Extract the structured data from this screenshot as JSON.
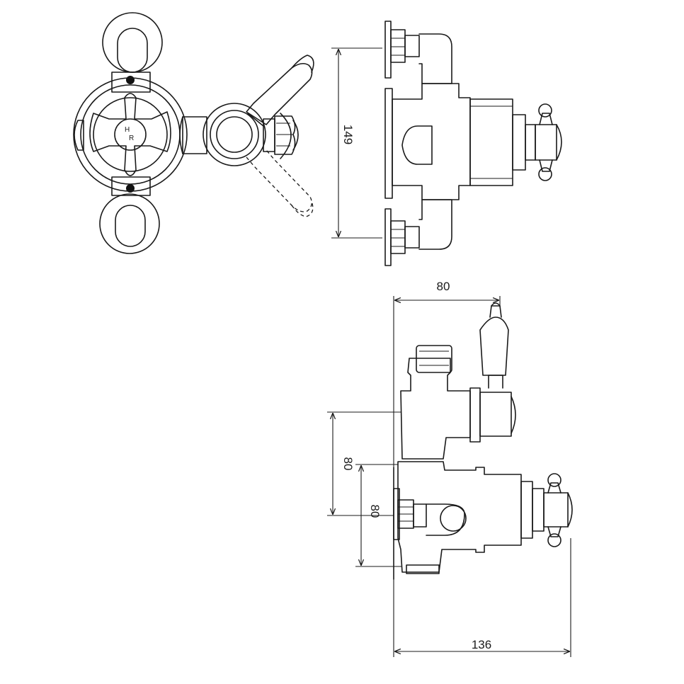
{
  "dimensions": {
    "front_width": "80",
    "side_height": "149",
    "outlet_spacing": "80",
    "body_depth": "80",
    "total_depth": "136"
  },
  "handle_marks": {
    "hot_letter": "H",
    "cold_letter": "R"
  }
}
